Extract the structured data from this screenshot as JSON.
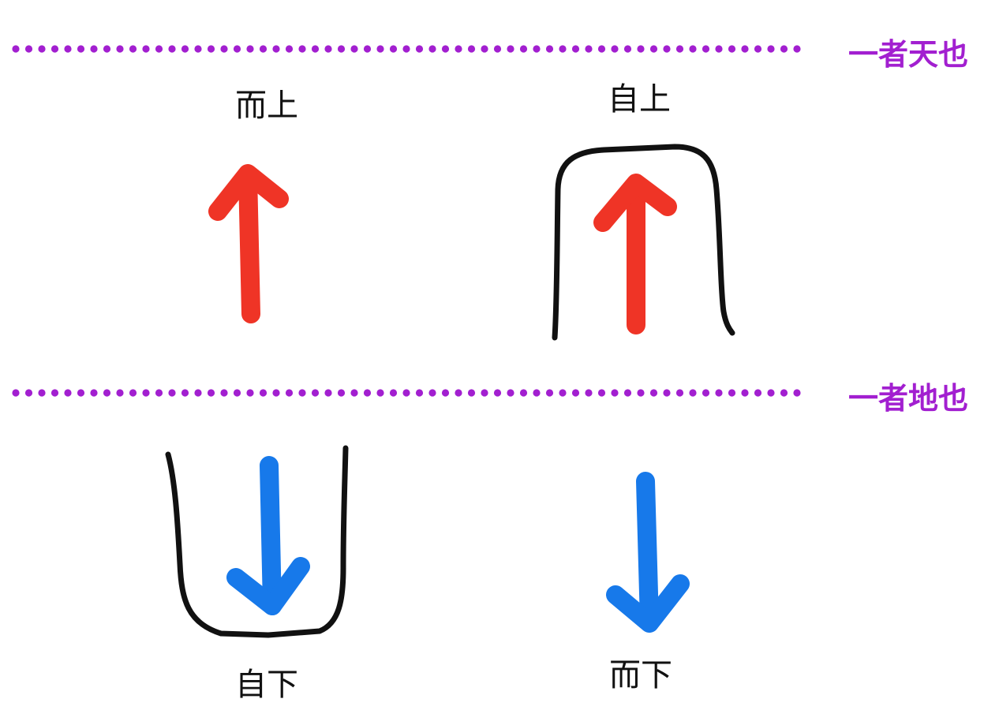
{
  "labels": {
    "heaven_line": "一者天也",
    "earth_line": "一者地也",
    "top_left": "而上",
    "top_right": "自上",
    "bottom_left": "自下",
    "bottom_right": "而下"
  },
  "colors": {
    "divider": "#a21fd0",
    "up_arrow": "#ef3426",
    "down_arrow": "#1779ea",
    "enclosure": "#111111",
    "text": "#111111"
  },
  "icons": {
    "up_arrow": "arrow-up-icon",
    "down_arrow": "arrow-down-icon"
  }
}
